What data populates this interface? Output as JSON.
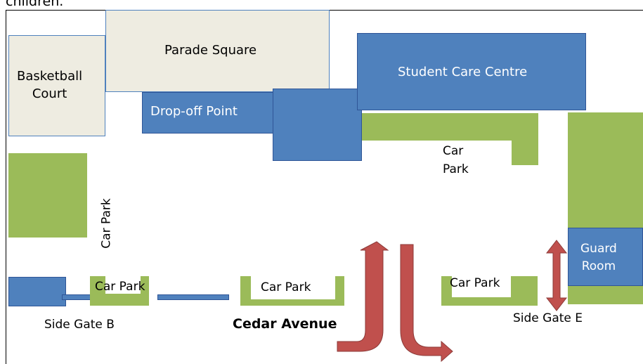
{
  "caption_fragment": "children.",
  "buildings": {
    "basketball_court": "Basketball\nCourt",
    "parade_square": "Parade Square",
    "drop_off_point": "Drop-off Point",
    "student_care_centre": "Student Care Centre",
    "guard_room": "Guard\nRoom"
  },
  "car_parks": {
    "upper_right": "Car\nPark",
    "left_vertical": "Car Park",
    "lower_left": "Car Park",
    "lower_center": "Car Park",
    "lower_right": "Car Park"
  },
  "gates": {
    "side_gate_b": "Side Gate B",
    "side_gate_e": "Side Gate E"
  },
  "road": {
    "name": "Cedar Avenue"
  },
  "colors": {
    "building_blue": "#4f81bd",
    "court_beige": "#eeece1",
    "car_park_green": "#9bbb59",
    "arrow_red": "#c0504d"
  }
}
